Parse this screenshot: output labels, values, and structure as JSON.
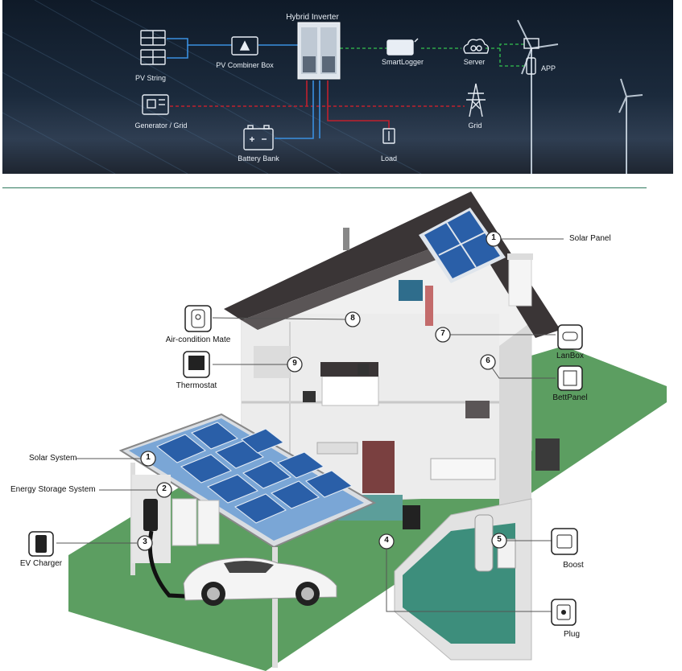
{
  "banner": {
    "hybrid_inverter": "Hybrid Inverter",
    "pv_string": "PV String",
    "pv_combiner_box": "PV Combiner Box",
    "smartlogger": "SmartLogger",
    "server": "Server",
    "app": "APP",
    "generator_grid": "Generator / Grid",
    "grid": "Grid",
    "battery_bank": "Battery Bank",
    "load": "Load"
  },
  "house": {
    "labels": {
      "solar_panel": "Solar Panel",
      "air_condition_mate": "Air-condition Mate",
      "thermostat": "Thermostat",
      "lanbox": "LanBox",
      "bettpanel": "BettPanel",
      "solar_system": "Solar System",
      "energy_storage_system": "Energy Storage System",
      "ev_charger": "EV Charger",
      "boost": "Boost",
      "plug": "Plug"
    },
    "markers": {
      "m_solar_panel": "1",
      "m_air": "8",
      "m_thermostat": "9",
      "m_lanbox": "7",
      "m_bettpanel": "6",
      "m_solar_system": "1",
      "m_storage": "2",
      "m_ev": "3",
      "m_plug": "4",
      "m_boost": "5"
    }
  },
  "colors": {
    "lawn": "#5c9e61",
    "roof": "#3a3536",
    "panel": "#2a5fa8",
    "ac_line": "#c0202e",
    "data_line": "#2ea84a",
    "dc_line": "#2f80d0"
  }
}
